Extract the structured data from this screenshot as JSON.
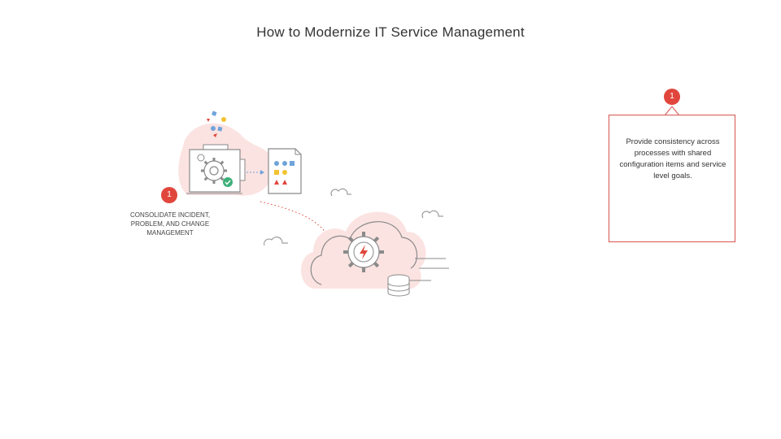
{
  "slide": {
    "title": "How to Modernize IT Service Management"
  },
  "step": {
    "number": "1",
    "label": "CONSOLIDATE INCIDENT,\nPROBLEM, AND CHANGE\nMANAGEMENT"
  },
  "callout": {
    "number": "1",
    "text": "Provide consistency across processes with shared configuration items and service level goals."
  },
  "colors": {
    "accent": "#e0463c",
    "blush": "#fbe3e1",
    "outline": "#8a8a8a",
    "green": "#3db07a",
    "blue": "#6fa3dc",
    "yellow": "#f2c230"
  },
  "icons": [
    "gear-icon",
    "checkmark-icon",
    "document-icon",
    "cloud-icon",
    "lightning-icon",
    "database-icon"
  ]
}
